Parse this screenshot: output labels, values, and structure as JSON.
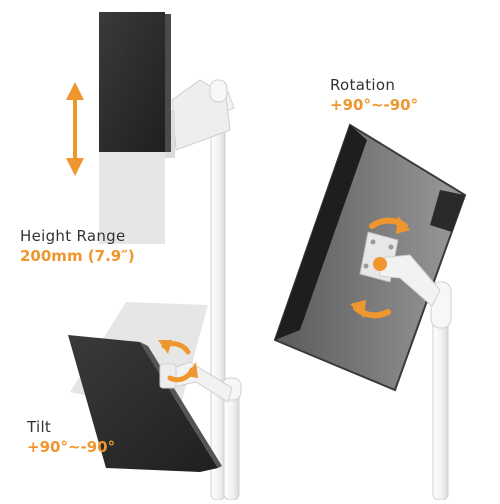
{
  "colors": {
    "accent": "#f0962e",
    "label_text": "#333333",
    "screen_dark": "#2b2b2b",
    "stand_white": "#f4f4f4",
    "ghost_grey": "#e6e6e6"
  },
  "icons": {
    "height_arrow": "vertical-double-arrow-icon",
    "rotation_arrows": "rotate-arrows-icon",
    "tilt_arrows": "tilt-arrows-icon"
  },
  "features": {
    "height": {
      "name": "Height Range",
      "value": "200mm (7.9″)"
    },
    "rotation": {
      "name": "Rotation",
      "value": "+90°~-90°"
    },
    "tilt": {
      "name": "Tilt",
      "value": "+90°~-90°"
    }
  }
}
